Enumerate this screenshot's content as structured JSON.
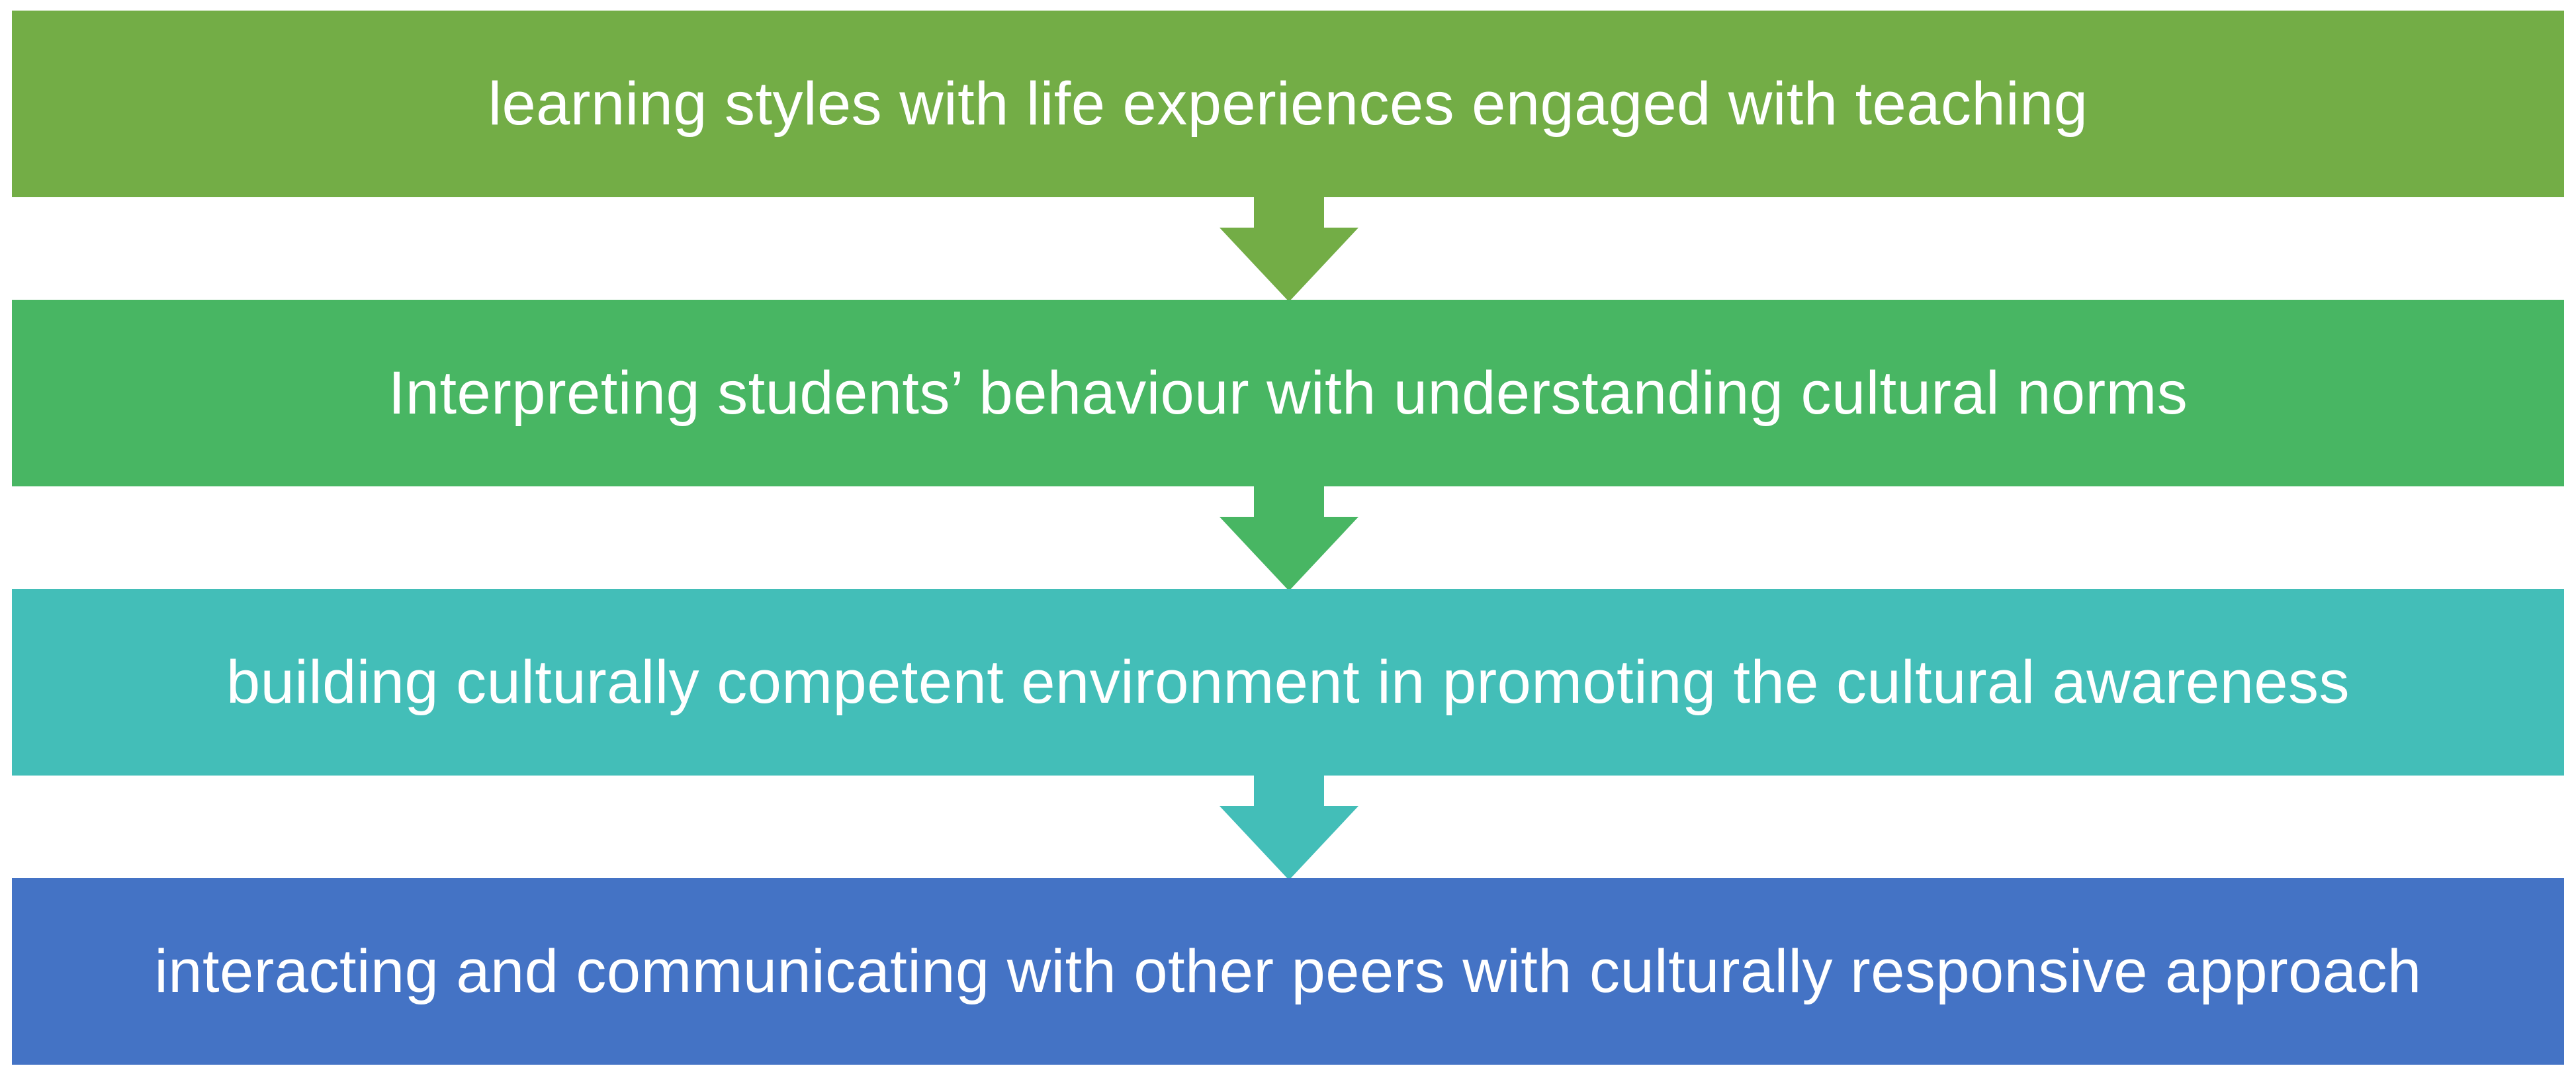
{
  "steps": [
    {
      "label": "learning styles with life experiences engaged with teaching",
      "color": "#73AD46"
    },
    {
      "label": "Interpreting students’ behaviour with understanding cultural norms",
      "color": "#48B663"
    },
    {
      "label": "building culturally competent environment in promoting the cultural awareness",
      "color": "#43BEB8"
    },
    {
      "label": "interacting and communicating with other peers with culturally responsive approach",
      "color": "#4473C5"
    }
  ],
  "connectors": [
    {
      "icon": "arrow-down-icon",
      "color": "#73AD46"
    },
    {
      "icon": "arrow-down-icon",
      "color": "#48B663"
    },
    {
      "icon": "arrow-down-icon",
      "color": "#43BEB8"
    }
  ]
}
